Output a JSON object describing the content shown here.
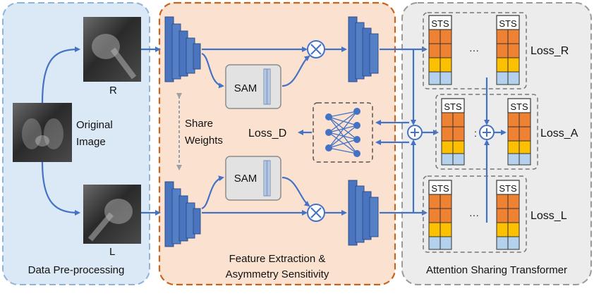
{
  "panels": {
    "preprocess": {
      "label": "Data Pre-processing",
      "original_label_line1": "Original",
      "original_label_line2": "Image",
      "xray_r_label": "R",
      "xray_l_label": "L"
    },
    "feature": {
      "label_line1": "Feature Extraction &",
      "label_line2": "Asymmetry Sensitivity",
      "sam_top": "SAM",
      "sam_bottom": "SAM",
      "share_line1": "Share",
      "share_line2": "Weights",
      "loss_d": "Loss_D"
    },
    "transformer": {
      "label": "Attention Sharing Transformer",
      "sts": "STS",
      "ellipsis": "···",
      "loss_r": "Loss_R",
      "loss_a": "Loss_A",
      "loss_l": "Loss_L"
    }
  },
  "colors": {
    "preprocess_fill": "#dbe8f5",
    "preprocess_border": "#8fb4dc",
    "feature_fill": "#fbe2d0",
    "feature_border": "#c8641e",
    "transformer_fill": "#ececec",
    "transformer_border": "#9a9a9a",
    "arrow": "#4472c4",
    "cube": "#4a74bd",
    "sts_orange": "#ee8232",
    "sts_yellow": "#fdc000",
    "sts_blue": "#b4d2ee"
  }
}
